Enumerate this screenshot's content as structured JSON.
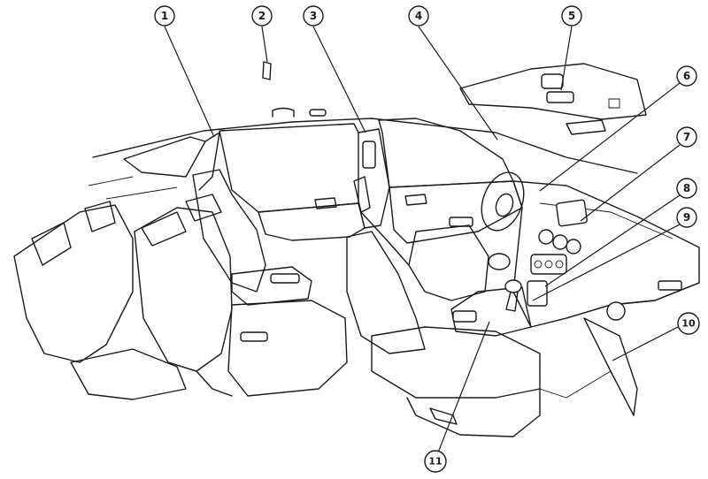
{
  "callouts": [
    {
      "id": "1",
      "label": "①"
    },
    {
      "id": "2",
      "label": "②"
    },
    {
      "id": "3",
      "label": "③"
    },
    {
      "id": "4",
      "label": "④"
    },
    {
      "id": "5",
      "label": "⑤"
    },
    {
      "id": "6",
      "label": "⑥"
    },
    {
      "id": "7",
      "label": "⑦"
    },
    {
      "id": "8",
      "label": "⑧"
    },
    {
      "id": "9",
      "label": "⑨"
    },
    {
      "id": "10",
      "label": "⑩"
    },
    {
      "id": "11",
      "label": "⑪"
    }
  ],
  "colors": {
    "line": "#1a1a1a",
    "background": "#ffffff"
  }
}
